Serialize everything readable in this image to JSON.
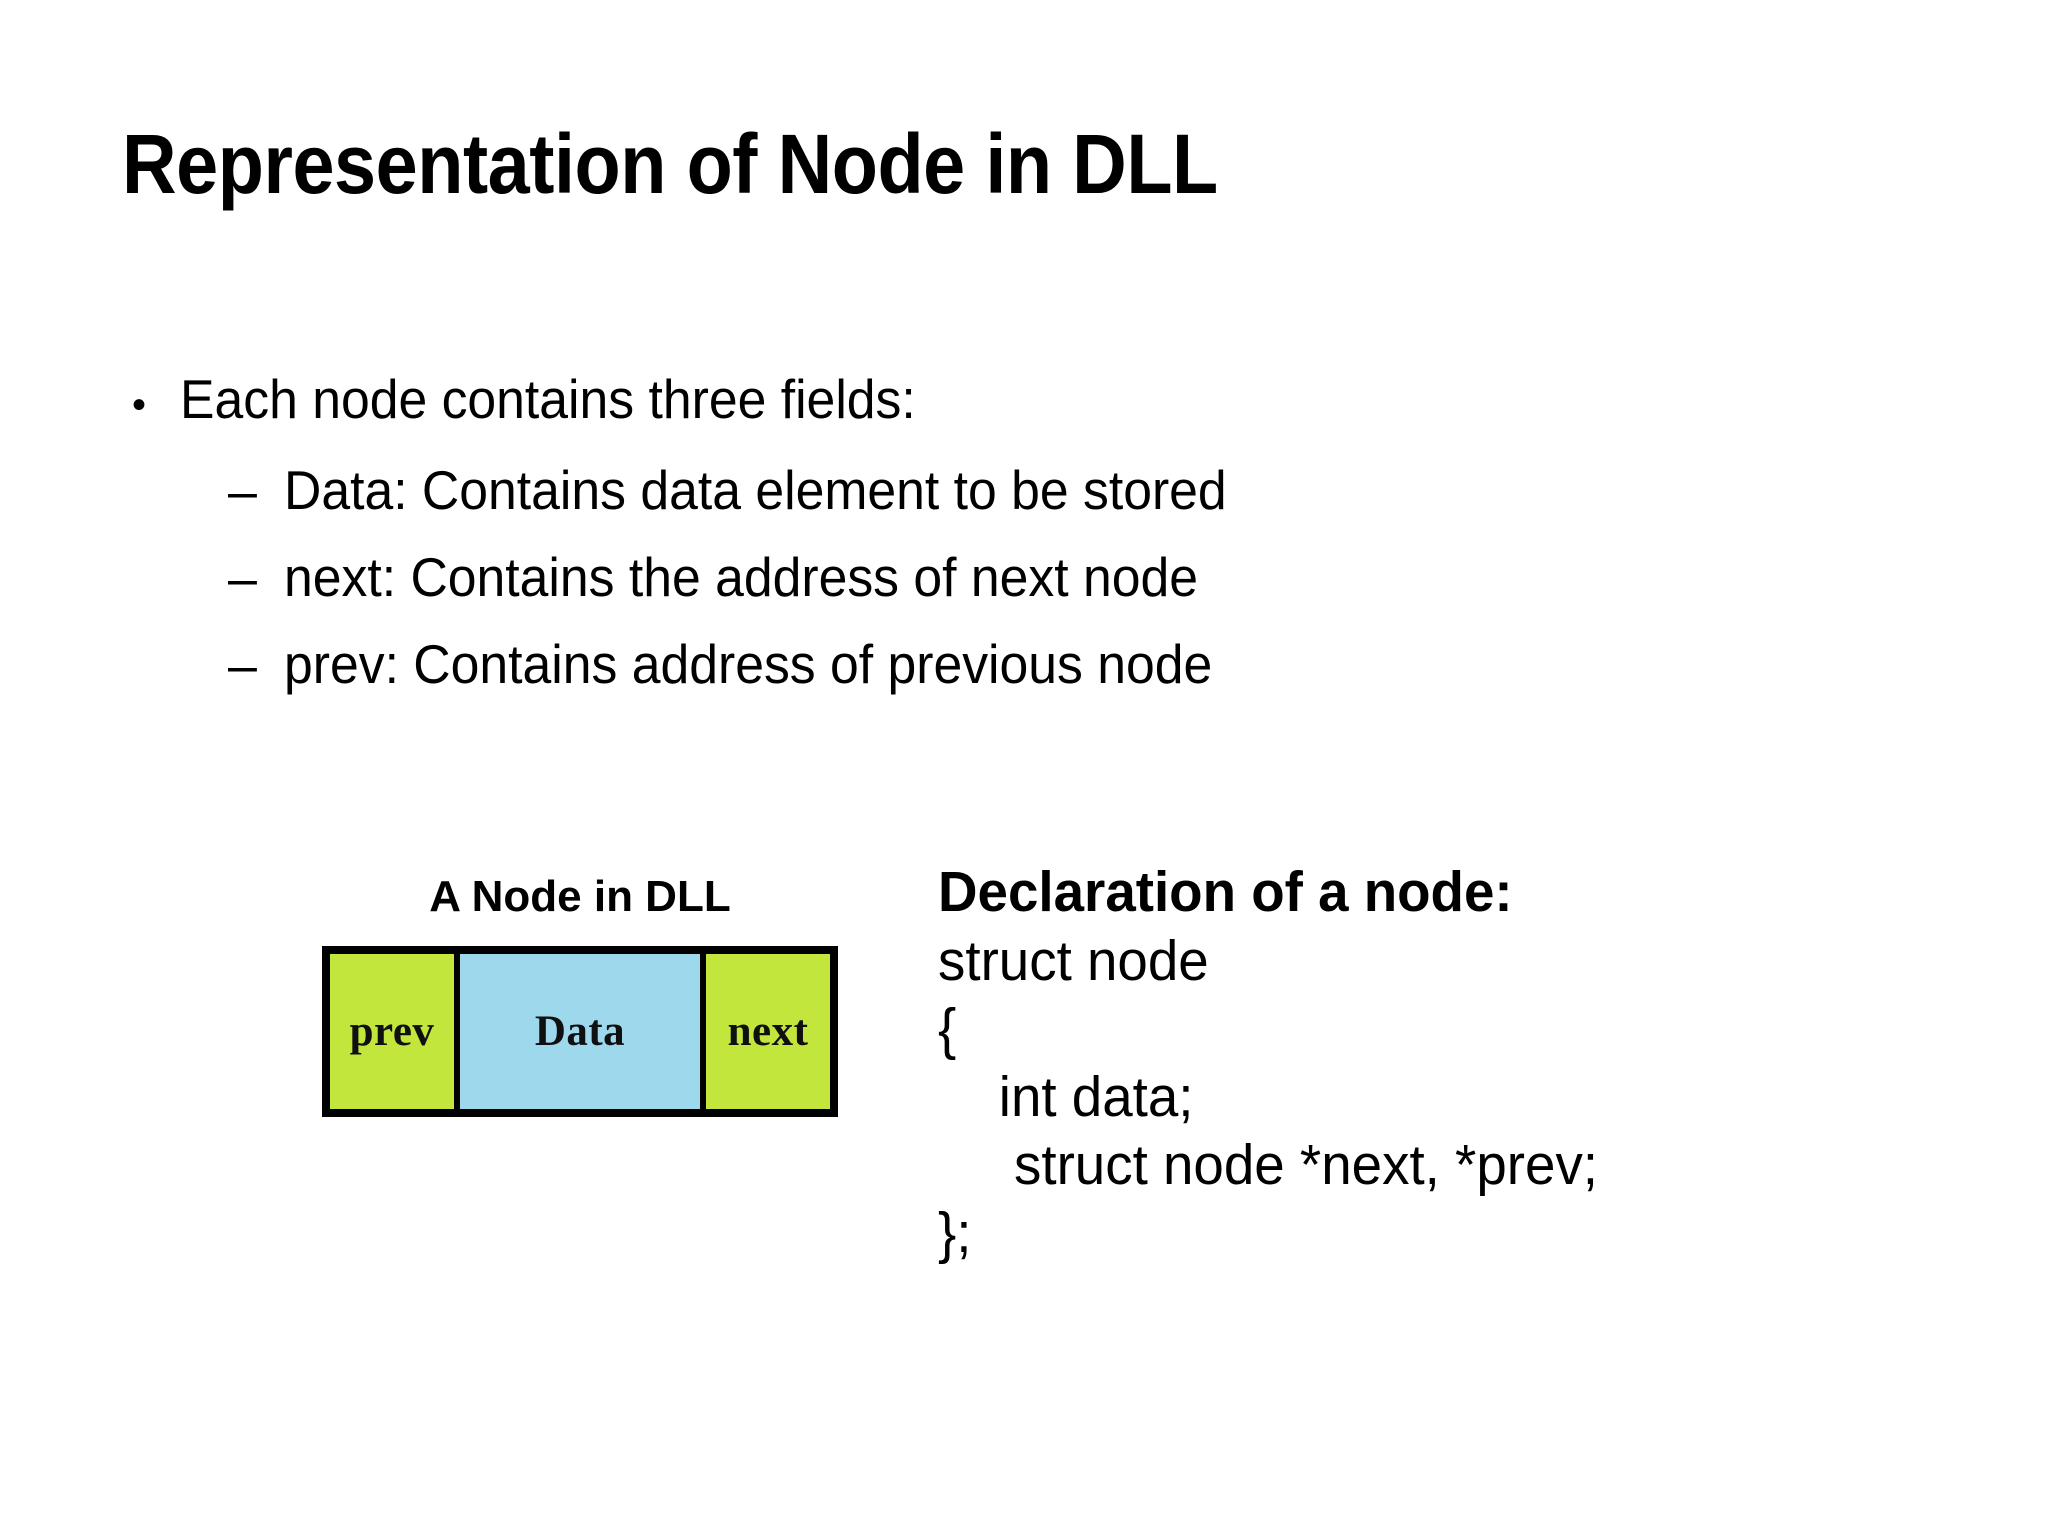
{
  "slide": {
    "title": "Representation of Node in DLL",
    "background_color": "#ffffff",
    "text_color": "#000000"
  },
  "body": {
    "bullets": [
      {
        "level": 1,
        "marker": "•",
        "text": "Each node contains three fields:"
      },
      {
        "level": 2,
        "marker": "–",
        "text": "Data: Contains data element to be stored"
      },
      {
        "level": 2,
        "marker": "–",
        "text": "next: Contains the address of next node"
      },
      {
        "level": 2,
        "marker": "–",
        "text": "prev: Contains address of previous node"
      }
    ]
  },
  "node_figure": {
    "caption": "A Node in DLL",
    "cells": [
      {
        "label": "prev",
        "fill": "#c2e63c"
      },
      {
        "label": "Data",
        "fill": "#9ed8ec"
      },
      {
        "label": "next",
        "fill": "#c2e63c"
      }
    ],
    "border_color": "#000000"
  },
  "declaration": {
    "heading": "Declaration of a node:",
    "code_lines": [
      "struct node",
      "{",
      "    int data;",
      "     struct node *next, *prev;",
      "};"
    ]
  }
}
